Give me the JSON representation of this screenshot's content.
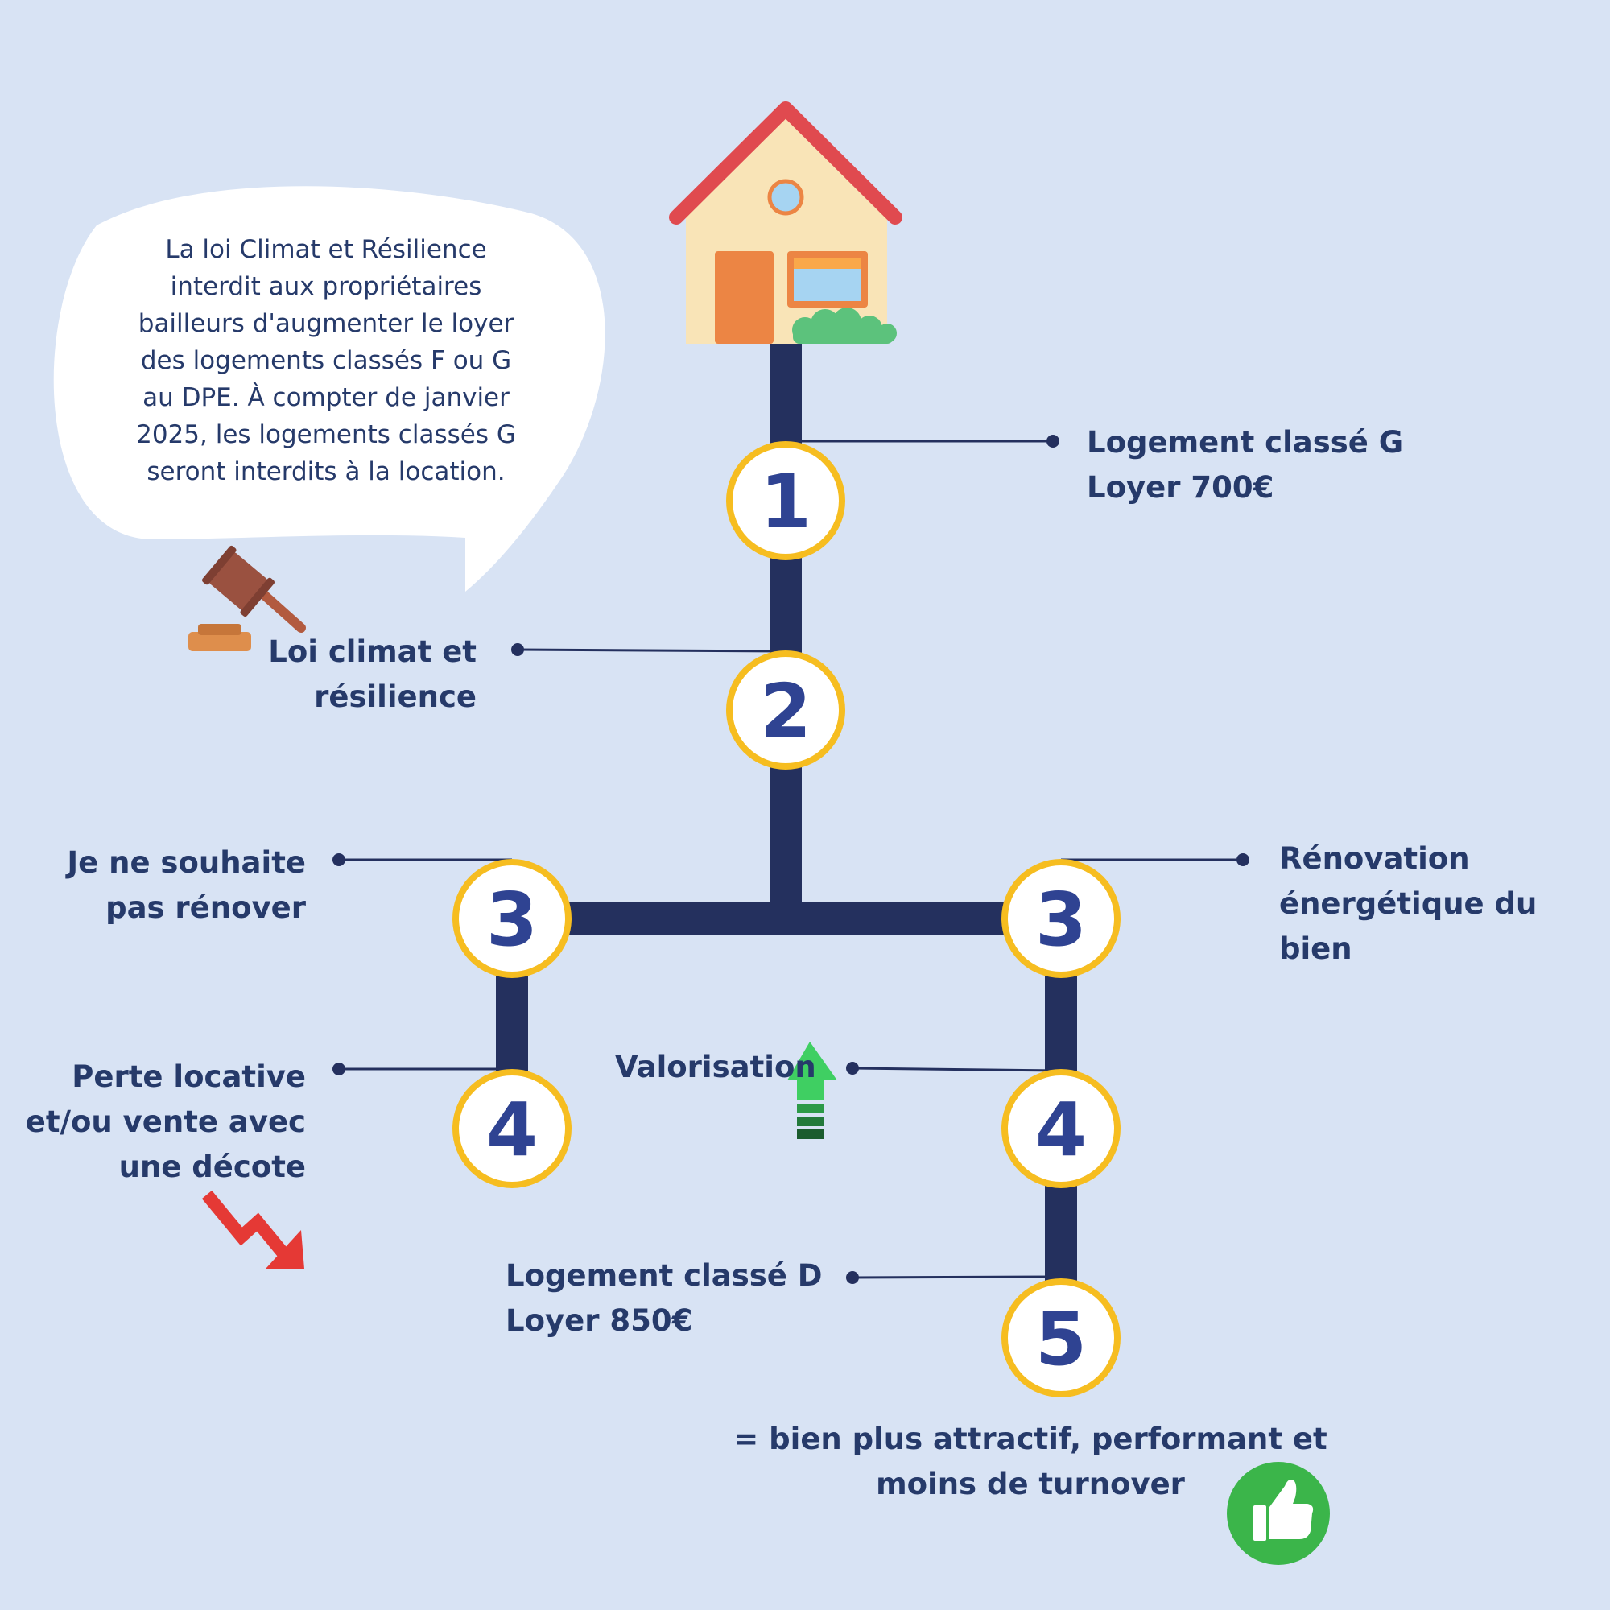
{
  "colors": {
    "background": "#d8e3f4",
    "path": "#24305e",
    "circle_stroke": "#f6bd20",
    "number": "#2f4392",
    "text": "#263a6a"
  },
  "icons": [
    "house-icon",
    "gavel-icon",
    "trend-down-arrow-icon",
    "up-arrow-icon",
    "thumbs-up-icon",
    "speech-bubble"
  ],
  "bubble": {
    "text": "La loi Climat et Résilience\ninterdit aux propriétaires\nbailleurs d'augmenter le loyer\ndes logements classés F ou G\nau DPE. À compter de janvier\n2025, les logements classés G\nseront interdits à la location."
  },
  "steps": {
    "s1": "1",
    "s2": "2",
    "s3_left": "3",
    "s3_right": "3",
    "s4_left": "4",
    "s4_right": "4",
    "s5": "5"
  },
  "labels": {
    "step1": "Logement classé G\nLoyer 700€",
    "step2": "Loi climat et\nrésilience",
    "step3_left": "Je ne souhaite\npas rénover",
    "step3_right": "Rénovation\nénergétique du\nbien",
    "step4_left": "Perte locative\net/ou vente avec\nune décote",
    "step4_right": "Valorisation",
    "step5": "Logement classé D\nLoyer 850€",
    "conclusion": "= bien plus attractif, performant et\nmoins de turnover"
  }
}
